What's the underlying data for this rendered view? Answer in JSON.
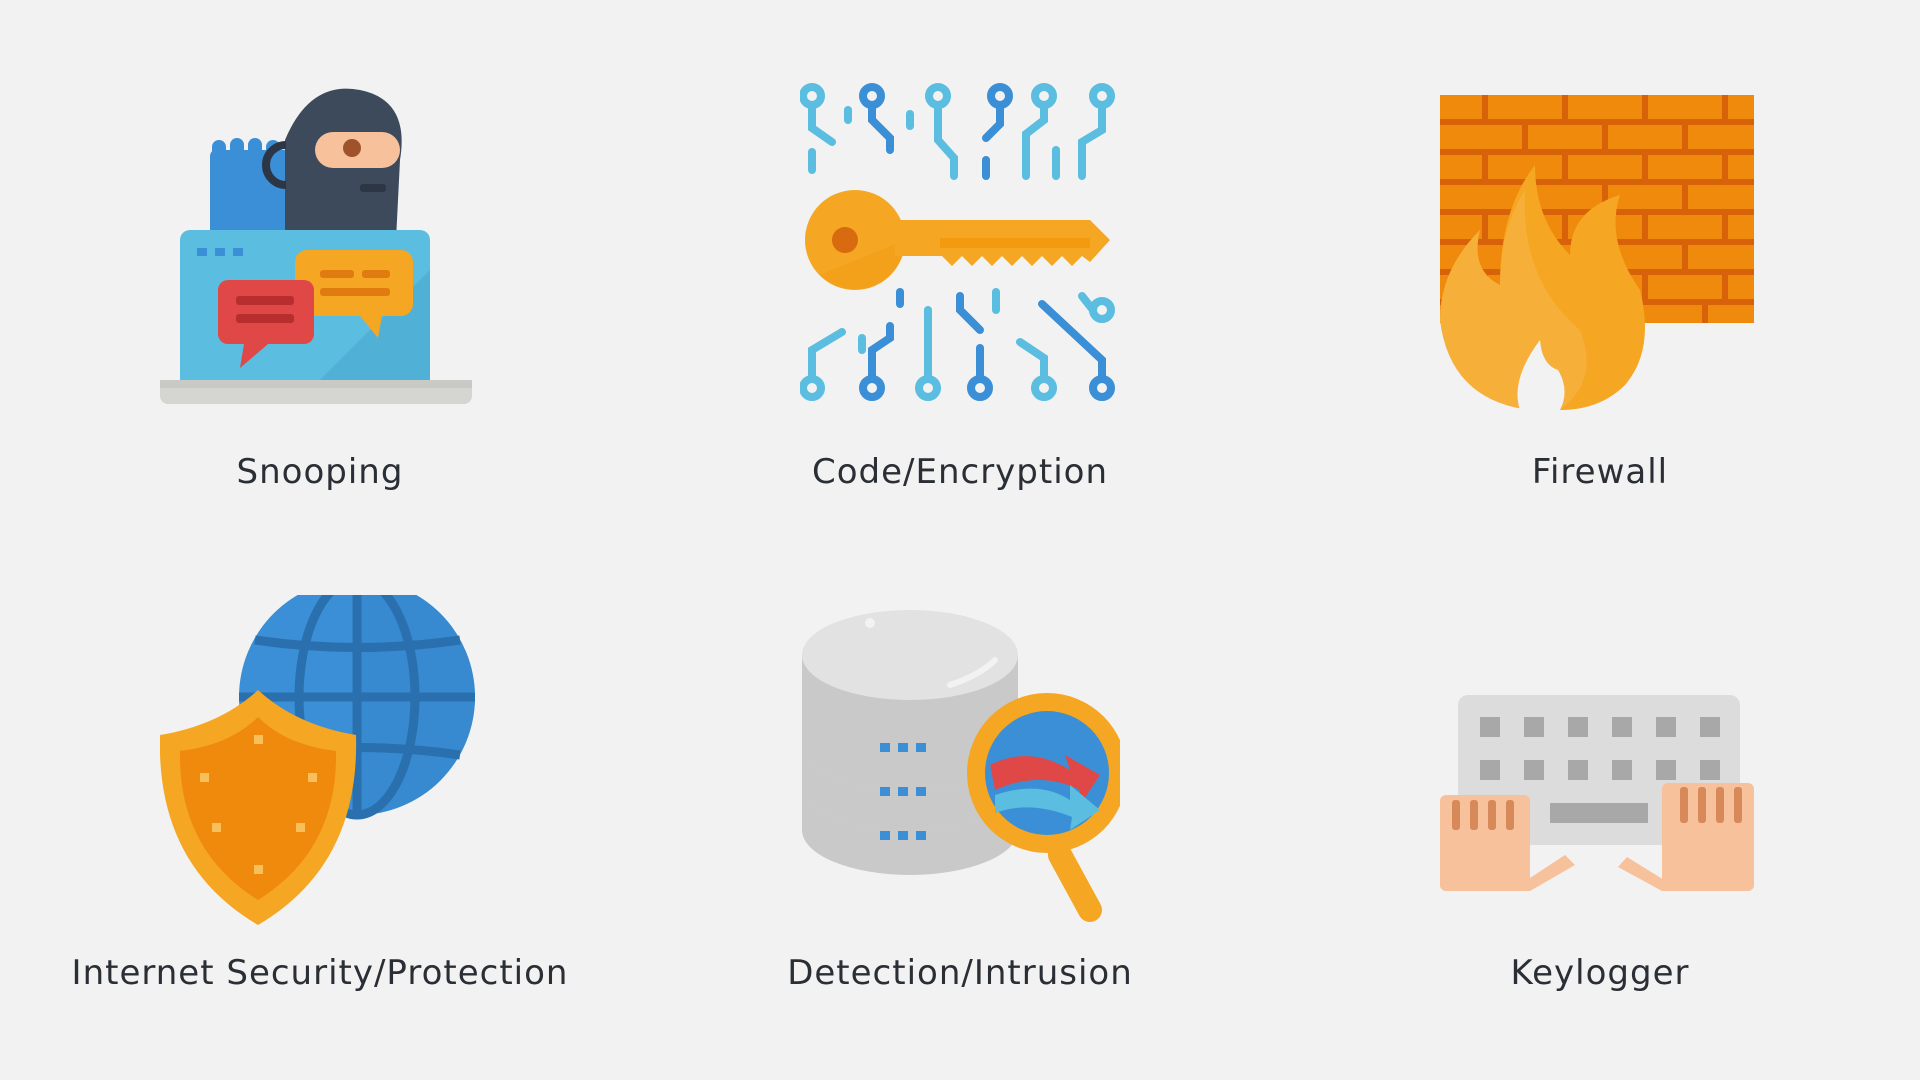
{
  "tiles": [
    {
      "id": "snooping",
      "label": "Snooping",
      "icon": "snooping-icon"
    },
    {
      "id": "encryption",
      "label": "Code/Encryption",
      "icon": "key-circuit-icon"
    },
    {
      "id": "firewall",
      "label": "Firewall",
      "icon": "firewall-icon"
    },
    {
      "id": "internet-security",
      "label": "Internet Security/Protection",
      "icon": "shield-globe-icon"
    },
    {
      "id": "detection",
      "label": "Detection/Intrusion",
      "icon": "database-magnifier-icon"
    },
    {
      "id": "keylogger",
      "label": "Keylogger",
      "icon": "keyboard-hands-icon"
    }
  ],
  "colors": {
    "background": "#f2f2f2",
    "label_text": "#2a2e35",
    "blue": "#3a8fd6",
    "light_blue": "#5bbde0",
    "orange": "#f5a623",
    "red": "#e04848"
  }
}
